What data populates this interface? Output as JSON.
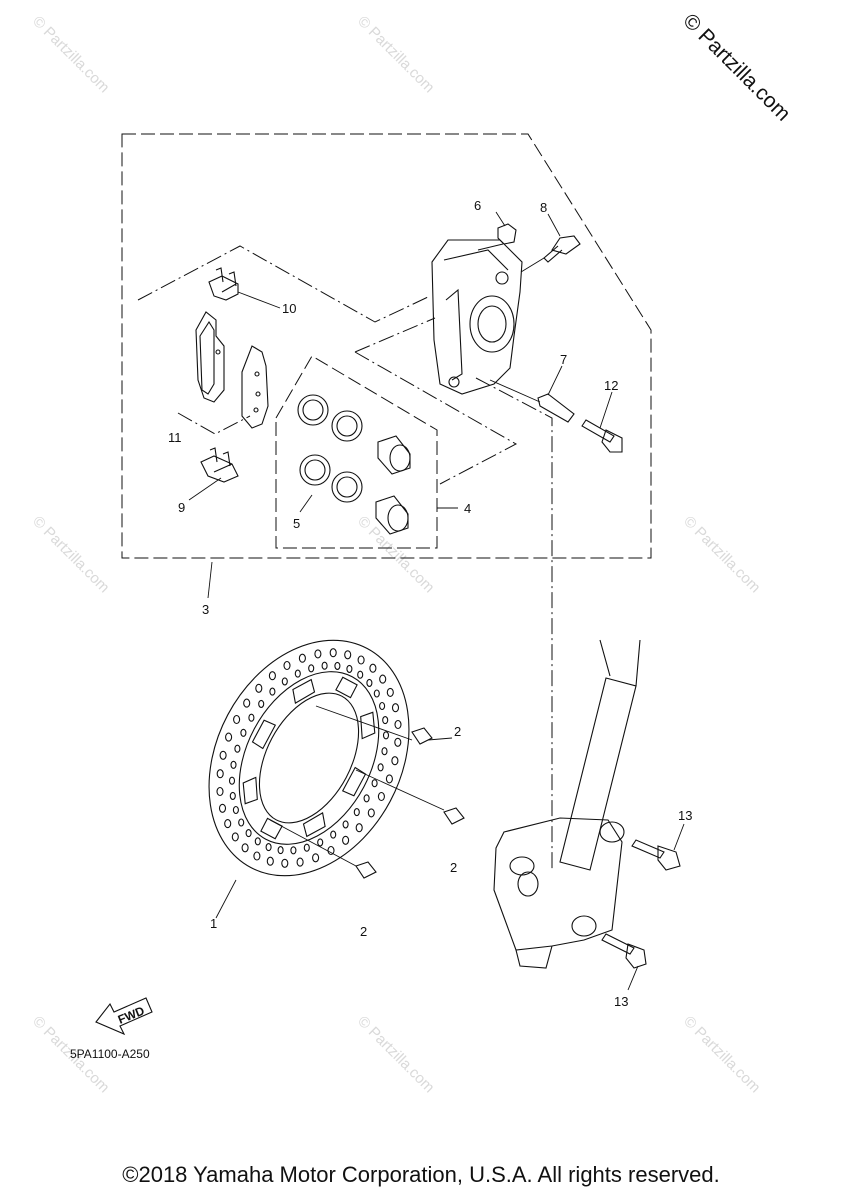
{
  "watermark": {
    "top_corner": "© Partzilla.com",
    "tile": "© Partzilla.com"
  },
  "callouts": {
    "c1": "1",
    "c2a": "2",
    "c2b": "2",
    "c2c": "2",
    "c3": "3",
    "c4": "4",
    "c5": "5",
    "c6": "6",
    "c7": "7",
    "c8": "8",
    "c9": "9",
    "c10": "10",
    "c11": "11",
    "c12": "12",
    "c13a": "13",
    "c13b": "13"
  },
  "fwd_label": "FWD",
  "diagram_code": "5PA1100-A250",
  "copyright": "©2018 Yamaha Motor Corporation, U.S.A. All rights reserved."
}
